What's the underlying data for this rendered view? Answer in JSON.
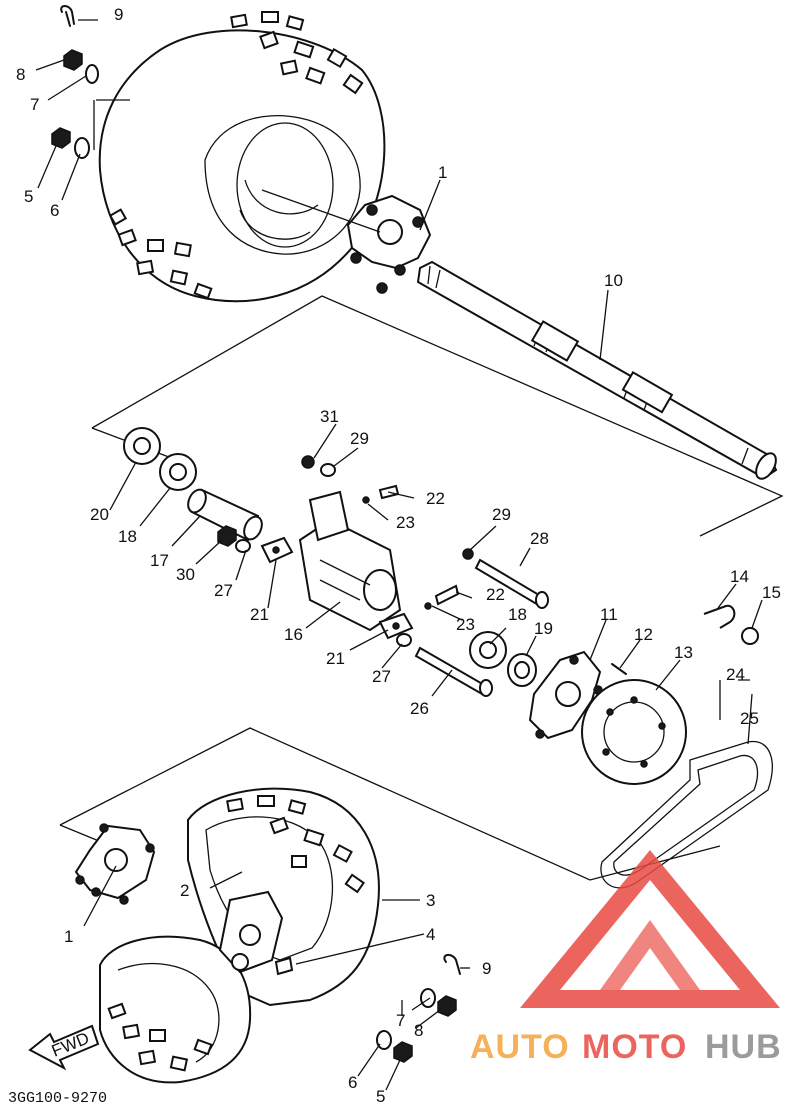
{
  "diagram_code": "3GG100-9270",
  "direction_label": "FWD",
  "watermark": {
    "part1": "AUTO",
    "part2": "MOTO",
    "part3": "HUB",
    "color_orange": "#f5a33a",
    "color_red": "#e84b43",
    "color_gray": "#8a8a8a"
  },
  "callouts": {
    "c1": "1",
    "c2": "2",
    "c3": "3",
    "c4": "4",
    "c5": "5",
    "c6": "6",
    "c7": "7",
    "c8": "8",
    "c9": "9",
    "c10": "10",
    "c11": "11",
    "c12": "12",
    "c13": "13",
    "c14": "14",
    "c15": "15",
    "c16": "16",
    "c17": "17",
    "c18": "18",
    "c19": "19",
    "c20": "20",
    "c21": "21",
    "c22": "22",
    "c23": "23",
    "c24": "24",
    "c25": "25",
    "c26": "26",
    "c27": "27",
    "c28": "28",
    "c29": "29",
    "c30": "30",
    "c31": "31"
  }
}
